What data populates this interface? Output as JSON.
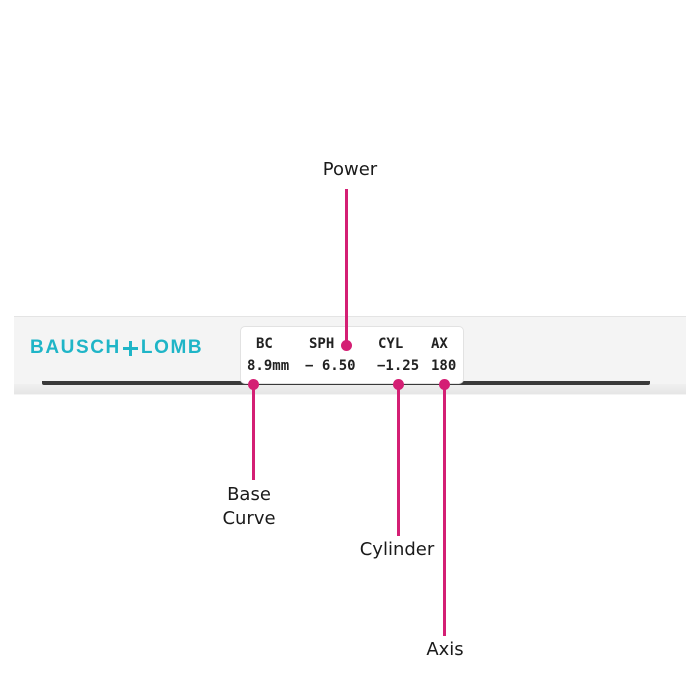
{
  "brand": {
    "left": "BAUSCH",
    "icon": "plus-icon",
    "right": "LOMB",
    "color": "#1fb5c7"
  },
  "label": {
    "headers": {
      "bc": "BC",
      "sph": "SPH",
      "cyl": "CYL",
      "ax": "AX"
    },
    "values": {
      "bc": "8.9mm",
      "sph": "− 6.50",
      "cyl": "−1.25",
      "ax": "180"
    }
  },
  "callouts": {
    "power": "Power",
    "base_curve_line1": "Base",
    "base_curve_line2": "Curve",
    "cylinder": "Cylinder",
    "axis": "Axis",
    "color": "#d41f74"
  }
}
